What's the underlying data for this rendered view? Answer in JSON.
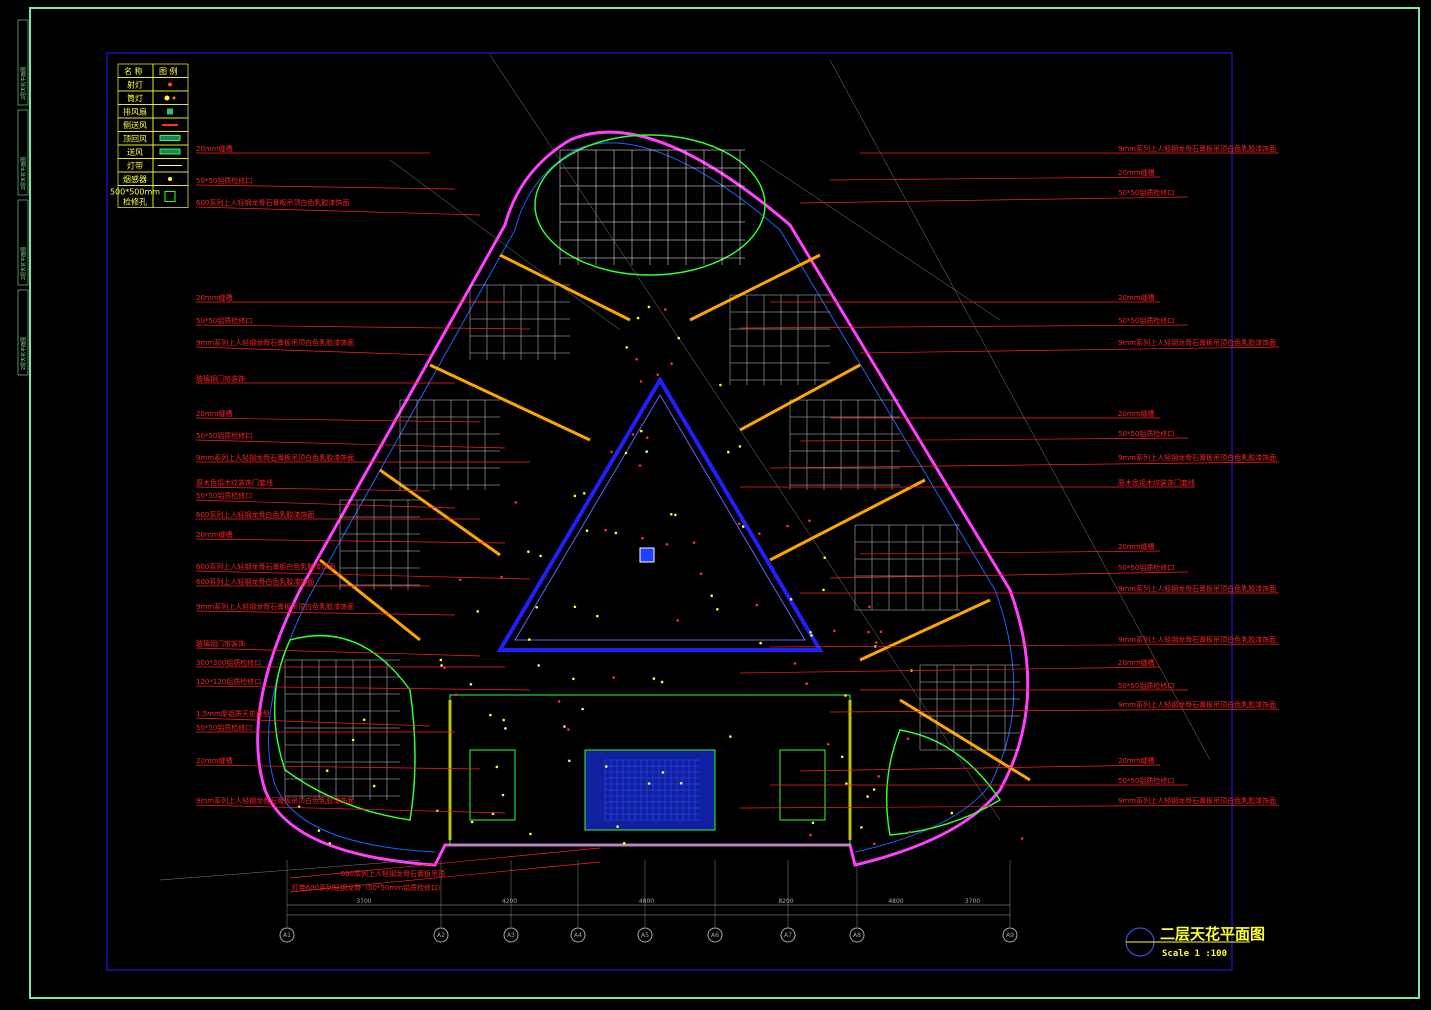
{
  "drawing": {
    "title": "二层天花平面图",
    "scale": "Scale 1 :100",
    "sheet_strip": [
      "2层天花平面图",
      "2层天花平面图",
      "2层天花平面图",
      "2层天花平面图"
    ]
  },
  "legend": {
    "header": [
      "名 称",
      "图 例"
    ],
    "items": [
      {
        "name": "射灯",
        "icon": "spotlight-icon"
      },
      {
        "name": "筒灯",
        "icon": "downlight-icon"
      },
      {
        "name": "排风扇",
        "icon": "exhaust-fan-icon"
      },
      {
        "name": "侧送风",
        "icon": "side-supply-air-icon"
      },
      {
        "name": "顶回风",
        "icon": "return-air-icon"
      },
      {
        "name": "送风",
        "icon": "supply-air-icon"
      },
      {
        "name": "灯带",
        "icon": "light-strip-icon"
      },
      {
        "name": "烟感器",
        "icon": "smoke-detector-icon"
      },
      {
        "name": "500*500mm 检修孔",
        "icon": "access-hatch-icon"
      }
    ]
  },
  "annotations_left": [
    "20mm缝槽",
    "50*50铝质检修口",
    "600系列上人轻钢龙骨石膏板吊顶白色乳胶漆饰面",
    "20mm缝槽",
    "50*50铝质检修口",
    "9mm系列上人轻钢龙骨石膏板吊顶白色乳胶漆饰面",
    "玻璃钢门帘装饰",
    "20mm缝槽",
    "50*50铝质检修口",
    "9mm系列上人轻钢龙骨石膏板吊顶白色乳胶漆饰面",
    "原木色铝木纹装饰门套线",
    "50*50铝质检修口",
    "600系列上人轻钢龙骨白色乳胶漆饰面",
    "20mm缝槽",
    "600系列上人轻钢龙骨石膏板白色乳胶漆饰面",
    "600系列上人轻钢龙骨白色乳胶漆饰面",
    "9mm系列上人轻钢龙骨石膏板吊顶白色乳胶漆饰面",
    "玻璃钢门帘装饰",
    "300*300铝质检修口",
    "120*120铝质检修口",
    "1.5mm厚铝质天花造型",
    "50*50铝质检修口",
    "20mm缝槽",
    "9mm系列上人轻钢龙骨石膏板吊顶白色乳胶漆饰面"
  ],
  "annotations_right": [
    "9mm系列上人轻钢龙骨石膏板吊顶白色乳胶漆饰面",
    "20mm缝槽",
    "50*50铝质检修口",
    "20mm缝槽",
    "50*50铝质检修口",
    "9mm系列上人轻钢龙骨石膏板吊顶白色乳胶漆饰面",
    "20mm缝槽",
    "50*50铝质检修口",
    "9mm系列上人轻钢龙骨石膏板吊顶白色乳胶漆饰面",
    "原木色铝木纹装饰门套线",
    "20mm缝槽",
    "50*50铝质检修口",
    "9mm系列上人轻钢龙骨石膏板吊顶白色乳胶漆饰面",
    "9mm系列上人轻钢龙骨石膏板吊顶白色乳胶漆饰面",
    "20mm缝槽",
    "50*50铝质检修口",
    "9mm系列上人轻钢龙骨石膏板吊顶白色乳胶漆饰面",
    "20mm缝槽",
    "50*50铝质检修口",
    "9mm系列上人轻钢龙骨石膏板吊顶白色乳胶漆饰面"
  ],
  "annotations_bottom": [
    "600系列上人轻钢龙骨石膏板吊顶",
    "灯带600系列轻钢龙骨（50*50mm铝质检修口）"
  ],
  "axes_bottom": [
    "A1",
    "A2",
    "A3",
    "A4",
    "A5",
    "A6",
    "A7",
    "A8",
    "A9"
  ],
  "dimensions_bottom": [
    "3700",
    "4200",
    "4800",
    "8200",
    "4800",
    "3700"
  ],
  "colors": {
    "frame": "#7fe8a8",
    "border": "#2020ff",
    "annotation": "#ff2020",
    "text": "#ffff30",
    "wall": "#ff40ff",
    "ceiling": "#30ff30",
    "grid": "#ffffff",
    "strip": "#ffa500"
  }
}
